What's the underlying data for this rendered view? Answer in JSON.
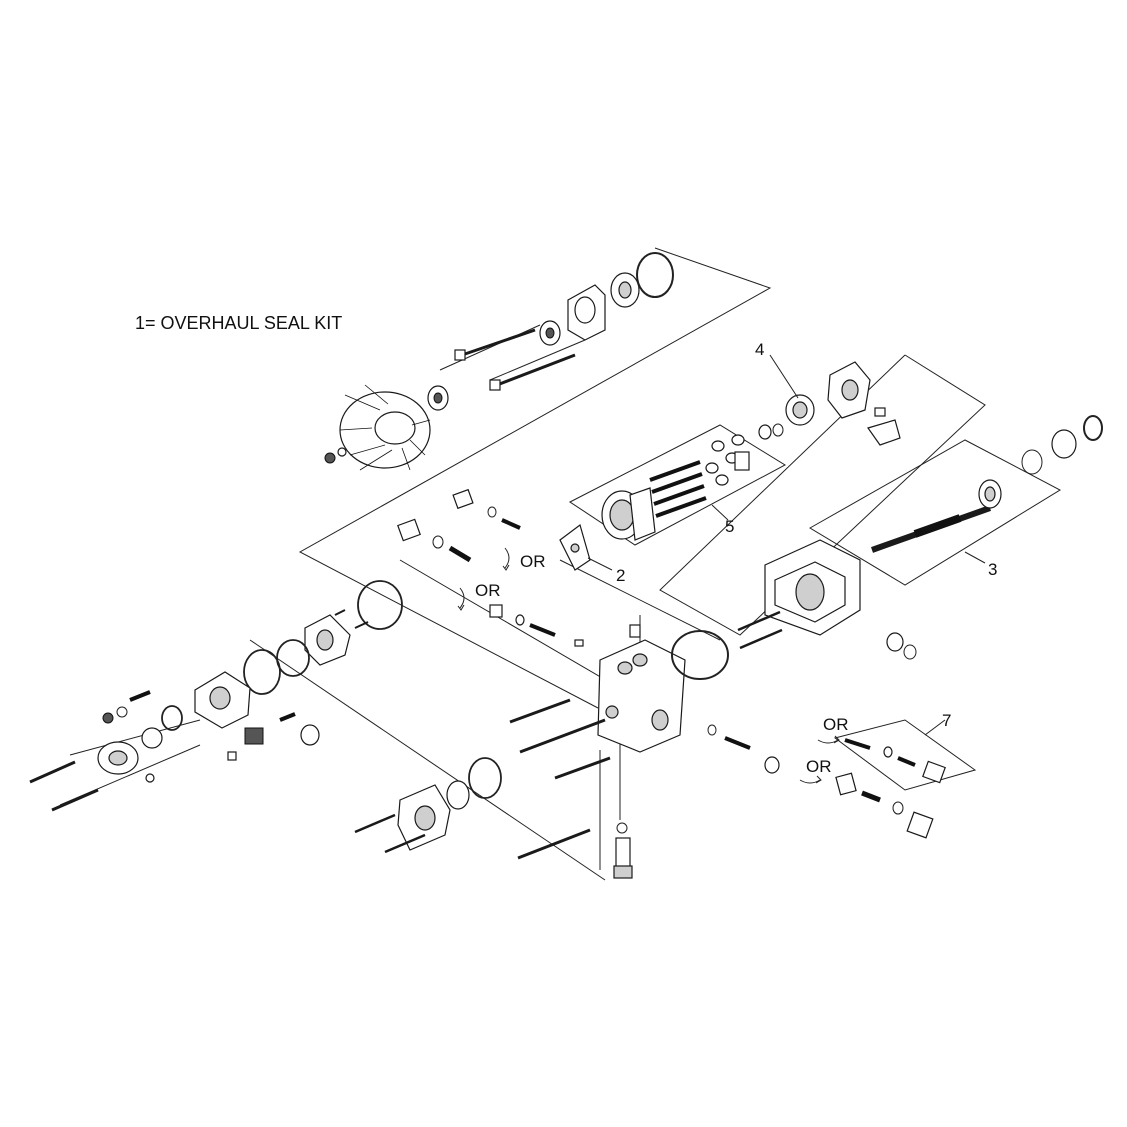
{
  "title": "1= OVERHAUL SEAL KIT",
  "callouts": {
    "c2": "2",
    "c3": "3",
    "c4": "4",
    "c5": "5",
    "c7": "7"
  },
  "or_labels": {
    "or_a": "OR",
    "or_b": "OR",
    "or_c": "OR",
    "or_d": "OR"
  }
}
